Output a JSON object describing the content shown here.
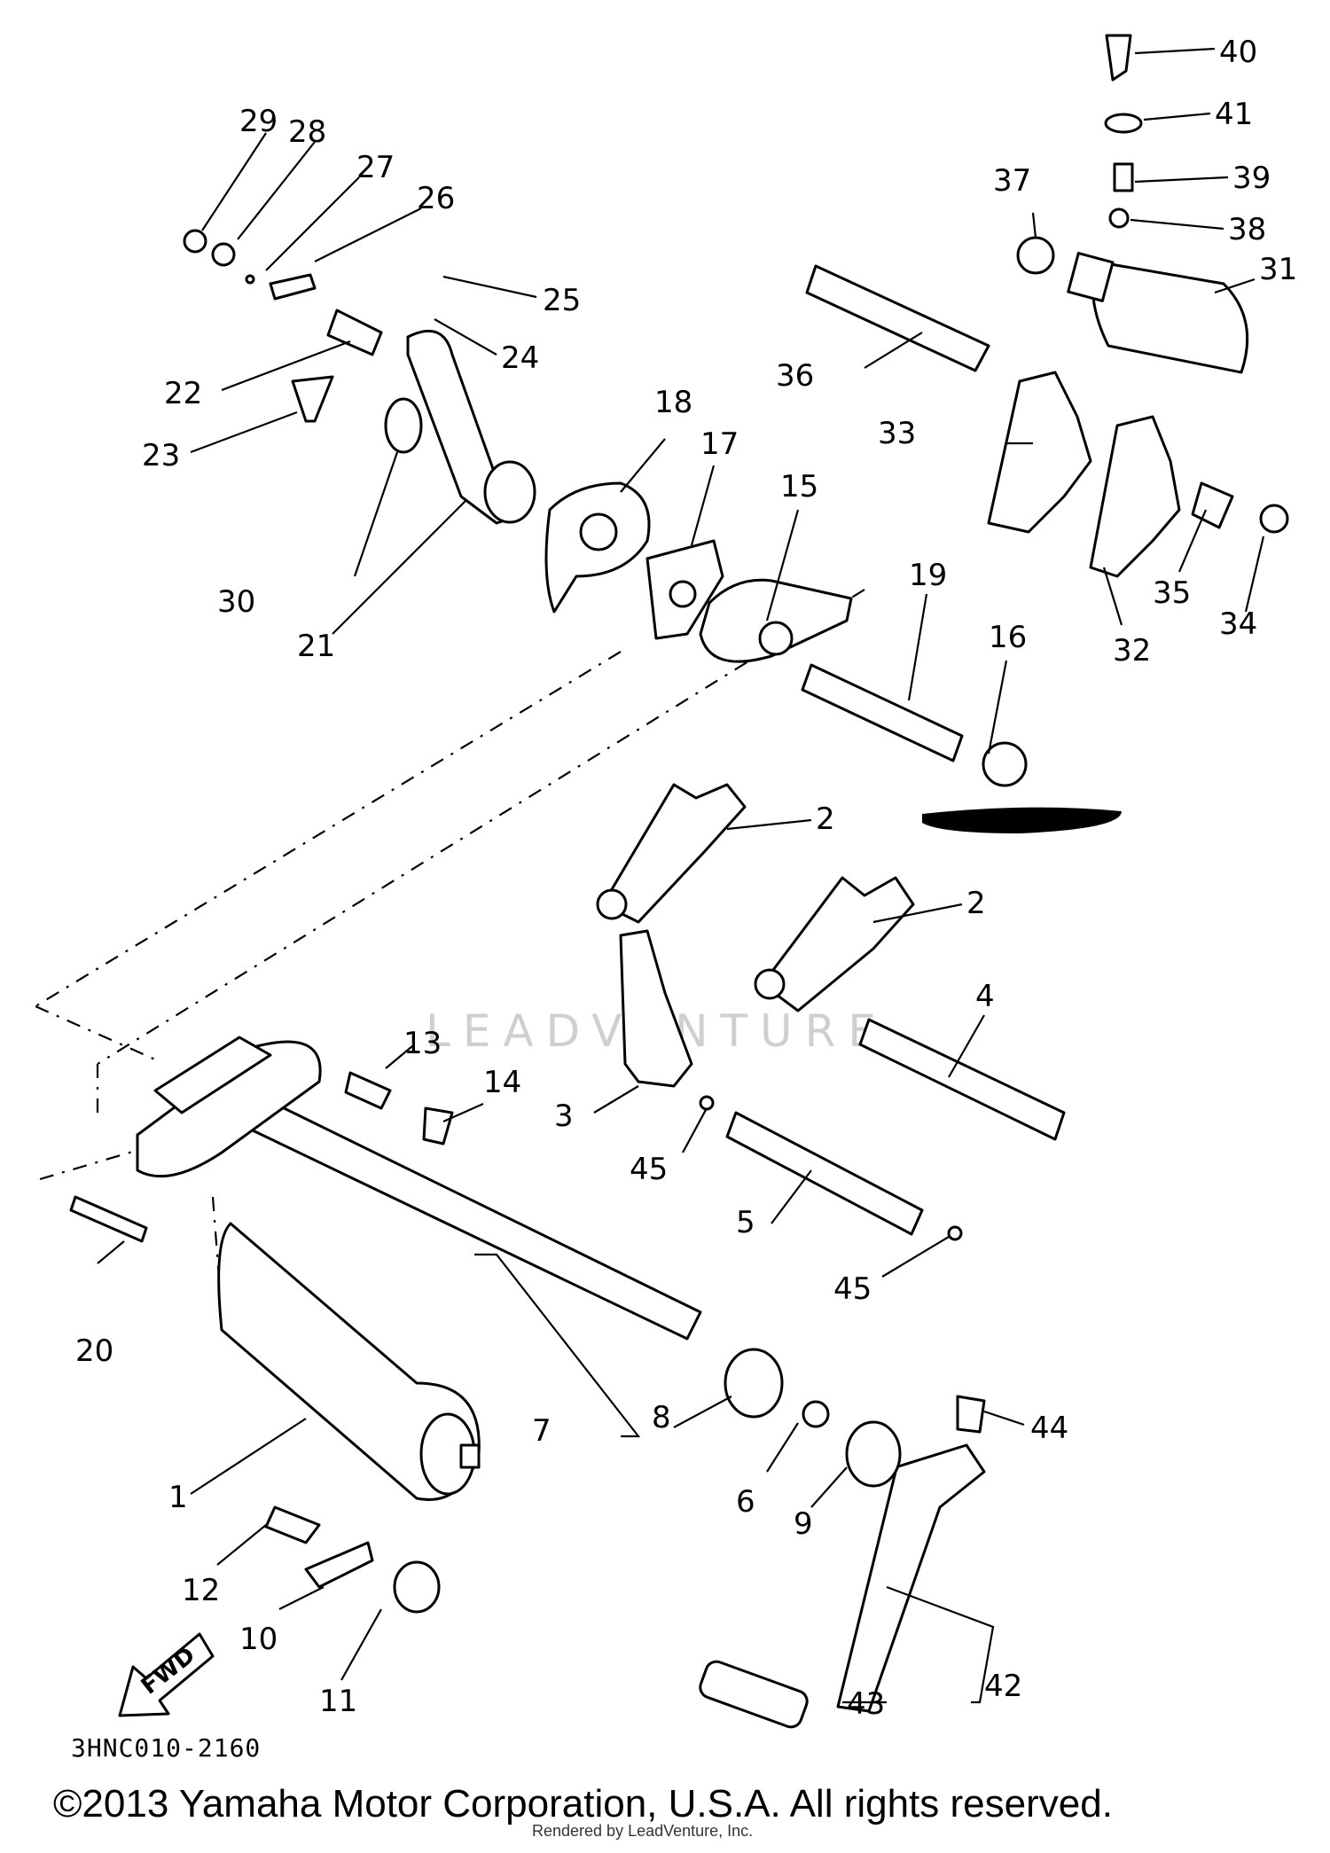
{
  "diagram": {
    "code": "3HNC010-2160",
    "copyright": "©2013 Yamaha Motor Corporation, U.S.A. All rights reserved.",
    "rendered_by": "Rendered by LeadVenture, Inc.",
    "watermark": "LEADVENTURE",
    "direction_label": "FWD",
    "callouts": [
      "1",
      "2",
      "2",
      "3",
      "4",
      "5",
      "6",
      "7",
      "8",
      "9",
      "10",
      "11",
      "12",
      "13",
      "14",
      "15",
      "16",
      "17",
      "18",
      "19",
      "20",
      "21",
      "22",
      "23",
      "24",
      "25",
      "26",
      "27",
      "28",
      "29",
      "30",
      "31",
      "32",
      "33",
      "34",
      "35",
      "36",
      "37",
      "38",
      "39",
      "40",
      "41",
      "42",
      "43",
      "44",
      "45",
      "45"
    ]
  }
}
